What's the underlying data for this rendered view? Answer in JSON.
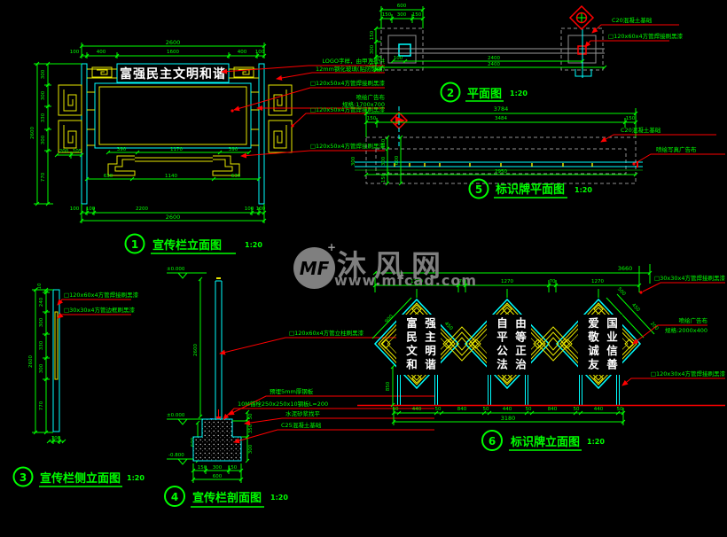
{
  "watermark": {
    "logo": "MF",
    "name": "沐风网",
    "url": "www.mfcad.com",
    "spark": "+"
  },
  "d1": {
    "num": "1",
    "title": "宣传栏立面图",
    "scale": "1:20",
    "board_title": "富强民主文明和谐",
    "dim_total_top": "2600",
    "dim_top": [
      "100",
      "400",
      "1600",
      "400",
      "100"
    ],
    "dim_left": [
      "300",
      "300",
      "330",
      "300",
      "770"
    ],
    "dim_left_total": "2600",
    "dim_left_small": [
      "200",
      "105"
    ],
    "dim_mid": [
      "390",
      "1170",
      "390"
    ],
    "dim_low": [
      "630",
      "1140",
      "630"
    ],
    "dim_bottom": [
      "100",
      "100",
      "2200",
      "100",
      "100"
    ],
    "dim_total_bottom": "2600",
    "ann": [
      "LOGO字样，由甲方提供",
      "12mm钢化玻璃(贴防爆膜)",
      "□120x50x4方管焊接刷黑漆",
      "喷绘广告布",
      "规格:1700x700",
      "□120x50x4方管焊接刷黑漆",
      "□120x50x4方管焊接刷黑漆"
    ]
  },
  "d2": {
    "num": "2",
    "title": "平面图",
    "scale": "1:20",
    "dim_600": "600",
    "dim_top": [
      "150",
      "300",
      "150"
    ],
    "dim_left": [
      "150",
      "300",
      "150"
    ],
    "dim_100": "100",
    "dim_2400a": "2400",
    "dim_2400b": "2400",
    "ann": [
      "C20混凝土基础",
      "□120x60x4方管焊接刷黑漆"
    ]
  },
  "d5": {
    "num": "5",
    "title": "标识牌平面图",
    "scale": "1:20",
    "dim_total": "3784",
    "dim_row": [
      "150",
      "3484",
      "150"
    ],
    "dim_left": [
      "150",
      "300",
      "150"
    ],
    "dim_left2": "600",
    "dim_left3": "300",
    "dim_bottom": "2950",
    "ann": [
      "C20混凝土基础",
      "喷绘写真广告布"
    ]
  },
  "d3": {
    "num": "3",
    "title": "宣传栏侧立面图",
    "scale": "1:20",
    "dim_left": [
      "10",
      "240",
      "300",
      "330",
      "300",
      "770"
    ],
    "dim_total": "2600",
    "dim_bottom": "100",
    "ann": [
      "□120x60x4方管焊接刷黑漆",
      "□30x30x4方管边框刷黑漆"
    ]
  },
  "d4": {
    "num": "4",
    "title": "宣传栏剖面图",
    "scale": "1:20",
    "lvl_top": "±0.000",
    "lvl_mid": "±0.000",
    "lvl_bot": "-0.800",
    "dim_height": "2600",
    "dim_bottom": [
      "150",
      "300",
      "150"
    ],
    "dim_bottom_total": "600",
    "dim_right": [
      "50",
      "350",
      "300"
    ],
    "dim_left_depth": "600",
    "ann": [
      "□120x60x4方管立柱刷黑漆",
      "预埋5mm厚钢板",
      "10M锚栓250x250x10钢板L=200",
      "水泥砂浆找平",
      "C25混凝土基础"
    ]
  },
  "d6": {
    "num": "6",
    "title": "标识牌立面图",
    "scale": "1:20",
    "dim_total": "3660",
    "dim_row": [
      "1270",
      "70",
      "1270",
      "70",
      "1270"
    ],
    "dim_bottom": [
      "50",
      "440",
      "50",
      "840",
      "50",
      "440",
      "50",
      "840",
      "50",
      "440",
      "50"
    ],
    "dim_bottom_total": "3180",
    "dim_post": "850",
    "dim_diag_left": "900",
    "dim_diag_mid": "450",
    "dim_diag_r": [
      "500",
      "450",
      "200"
    ],
    "diamonds": [
      {
        "right": "强主明谐",
        "left": "富民文和"
      },
      {
        "right": "由等正治",
        "left": "自平公法"
      },
      {
        "right": "国业信善",
        "left": "爱敬诚友"
      }
    ],
    "ann": [
      "□30x30x4方管焊接刷黑漆",
      "喷绘广告布",
      "规格:2000x400",
      "□120x30x4方管焊接刷黑漆"
    ]
  }
}
